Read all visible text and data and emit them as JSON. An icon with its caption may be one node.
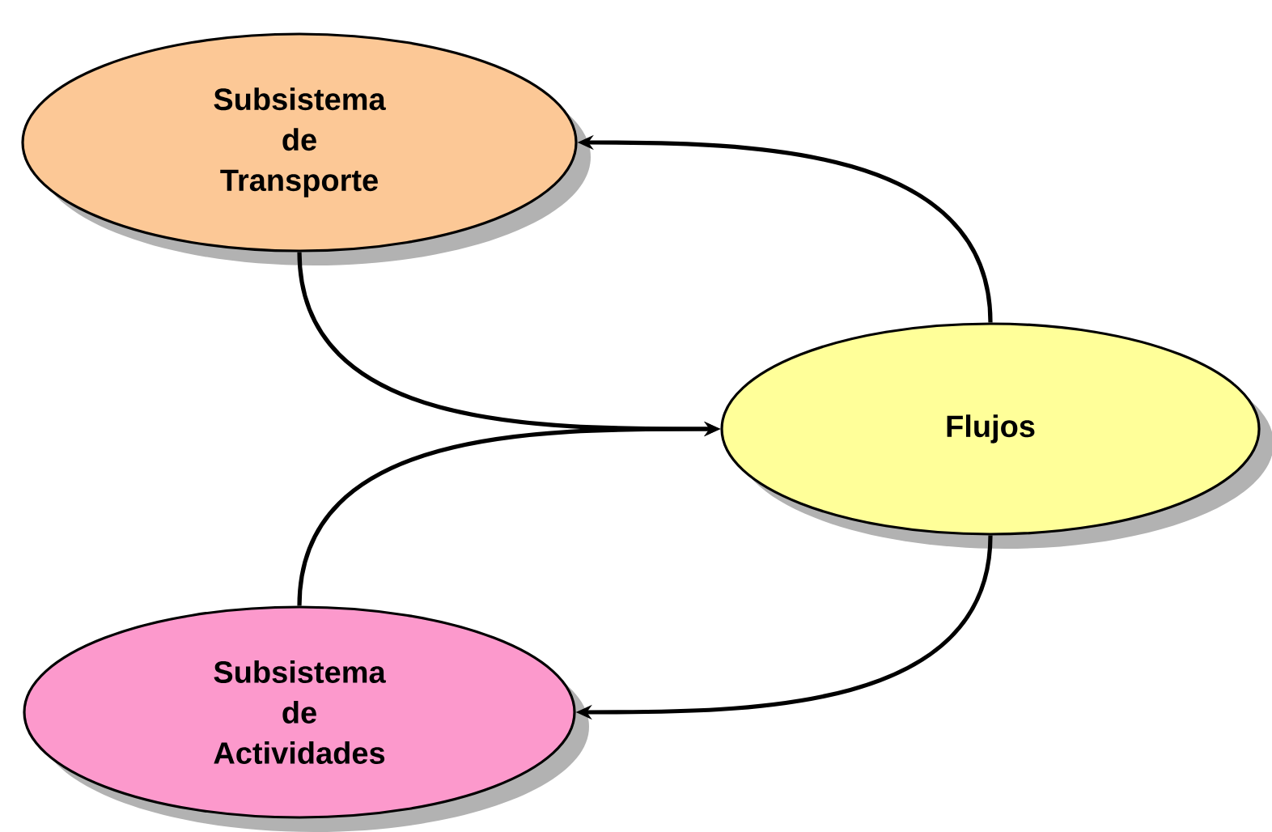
{
  "diagram": {
    "nodes": [
      {
        "text": [
          "Subsistema de Transporte"
        ]
      },
      {
        "text": [
          "Flujos"
        ]
      },
      {
        "text": [
          "Subsistema de Actividades"
        ]
      }
    ],
    "edges": [
      {
        "from": 1,
        "to": 0,
        "arrow": "to"
      },
      {
        "from": 0,
        "to": 1,
        "arrow": "to"
      },
      {
        "from": 2,
        "to": 1,
        "arrow": "to"
      },
      {
        "from": 1,
        "to": 2,
        "arrow": "to"
      }
    ]
  }
}
